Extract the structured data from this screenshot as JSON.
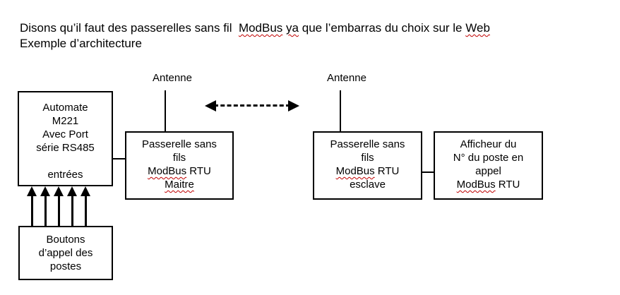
{
  "header": {
    "line1_part1": "Disons qu’il faut des passerelles sans fil  ",
    "line1_modbus": "ModBus",
    "line1_sp": " ",
    "line1_ya": "ya",
    "line1_part2": " que l’embarras du choix sur le ",
    "line1_web": "Web",
    "line2": "Exemple d’architecture"
  },
  "labels": {
    "antenna_left": "Antenne",
    "antenna_right": "Antenne"
  },
  "boxes": {
    "automate": {
      "lines": [
        "Automate",
        "M221",
        "Avec Port",
        "série RS485",
        "entrées"
      ]
    },
    "maitre": {
      "line1": "Passerelle sans",
      "line2": "fils",
      "modbus": "ModBus",
      "rtu": " RTU",
      "role": "Maitre"
    },
    "esclave": {
      "line1": "Passerelle sans",
      "line2": "fils",
      "modbus": "ModBus",
      "rtu": " RTU",
      "role": "esclave"
    },
    "afficheur": {
      "line1": "Afficheur du",
      "line2": "N° du poste en",
      "line3": "appel",
      "modbus": "ModBus",
      "rtu": " RTU"
    },
    "boutons": {
      "lines": [
        "Boutons",
        "d’appel des",
        "postes"
      ]
    }
  },
  "colors": {
    "line": "#000000",
    "squiggle": "#c00000",
    "background": "#ffffff",
    "text": "#000000"
  }
}
